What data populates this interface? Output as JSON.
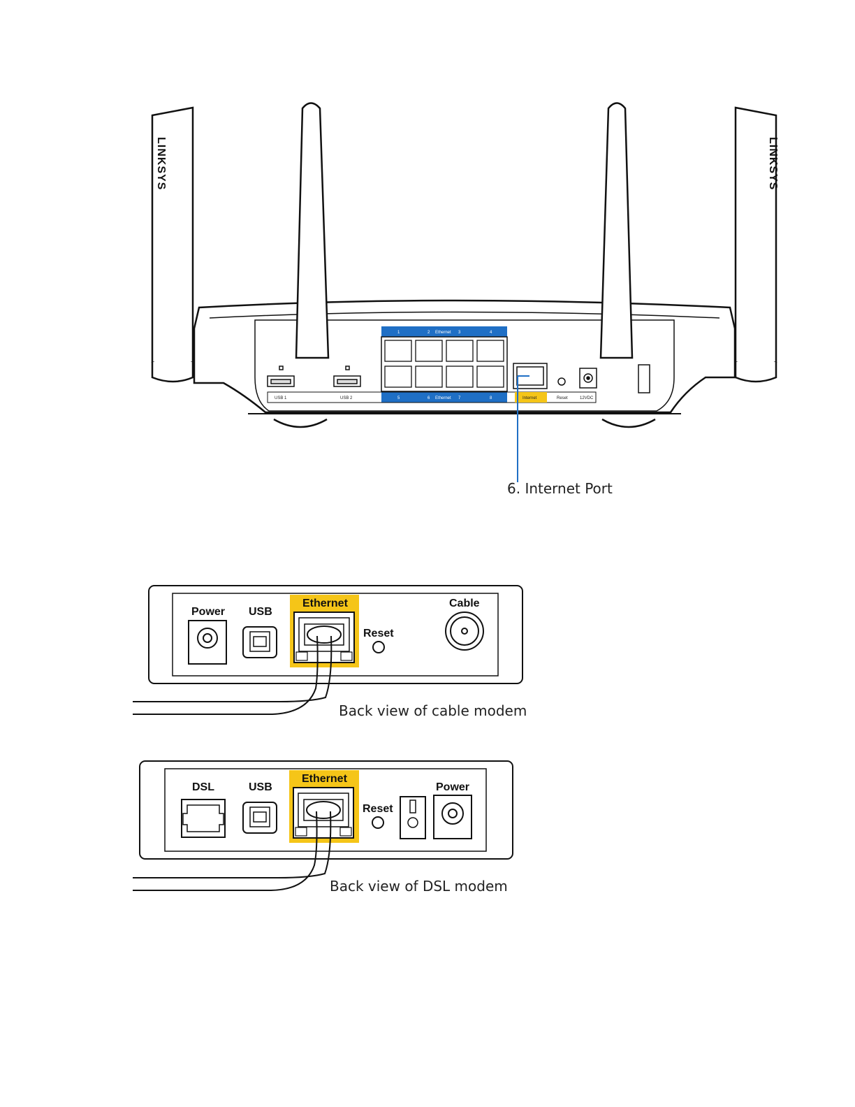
{
  "router": {
    "brand_left": "LINKSYS",
    "brand_right": "LINKSYS",
    "usb1": "USB 1",
    "usb2": "USB 2",
    "eth_top": {
      "p1": "1",
      "p2": "2",
      "label": "Ethernet",
      "p3": "3",
      "p4": "4"
    },
    "eth_bottom": {
      "p5": "5",
      "p6": "6",
      "label": "Ethernet",
      "p7": "7",
      "p8": "8"
    },
    "internet": "Internet",
    "reset": "Reset",
    "power": "12VDC",
    "callout": "6. Internet Port",
    "colors": {
      "blue": "#1f6fc5",
      "yellow": "#f5c518",
      "callout": "#1f6fc5"
    }
  },
  "cable_modem": {
    "power": "Power",
    "usb": "USB",
    "ethernet": "Ethernet",
    "reset": "Reset",
    "cable": "Cable",
    "caption": "Back view of cable modem"
  },
  "dsl_modem": {
    "dsl": "DSL",
    "usb": "USB",
    "ethernet": "Ethernet",
    "reset": "Reset",
    "power": "Power",
    "caption": "Back view of DSL modem"
  }
}
